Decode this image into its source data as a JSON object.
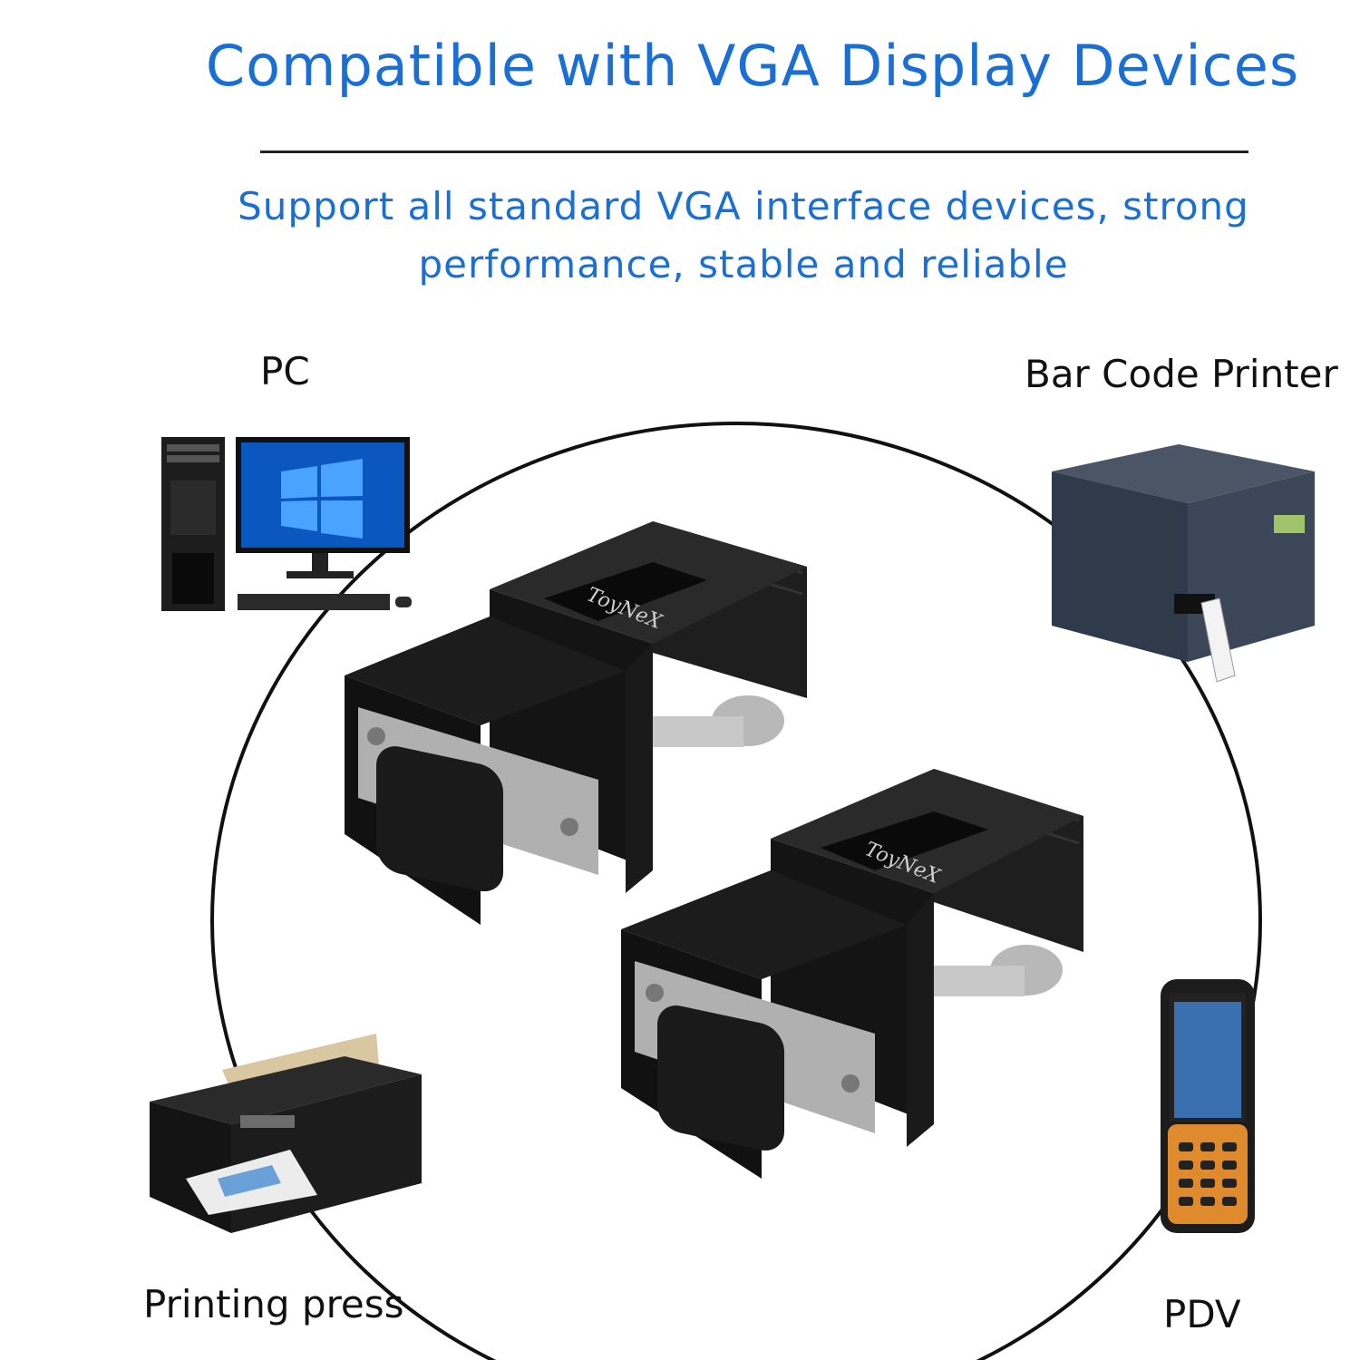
{
  "header": {
    "title": "Compatible with VGA Display Devices",
    "subtitle_line1": "Support all standard VGA interface devices, strong",
    "subtitle_line2": "performance, stable and reliable"
  },
  "devices": {
    "pc": "PC",
    "bar_code_printer": "Bar Code Printer",
    "printing_press": "Printing press",
    "pdv": "PDV"
  },
  "product": {
    "brand": "ToyNeX"
  },
  "colors": {
    "heading_blue": "#1a6fd6",
    "adapter_black": "#141414"
  }
}
